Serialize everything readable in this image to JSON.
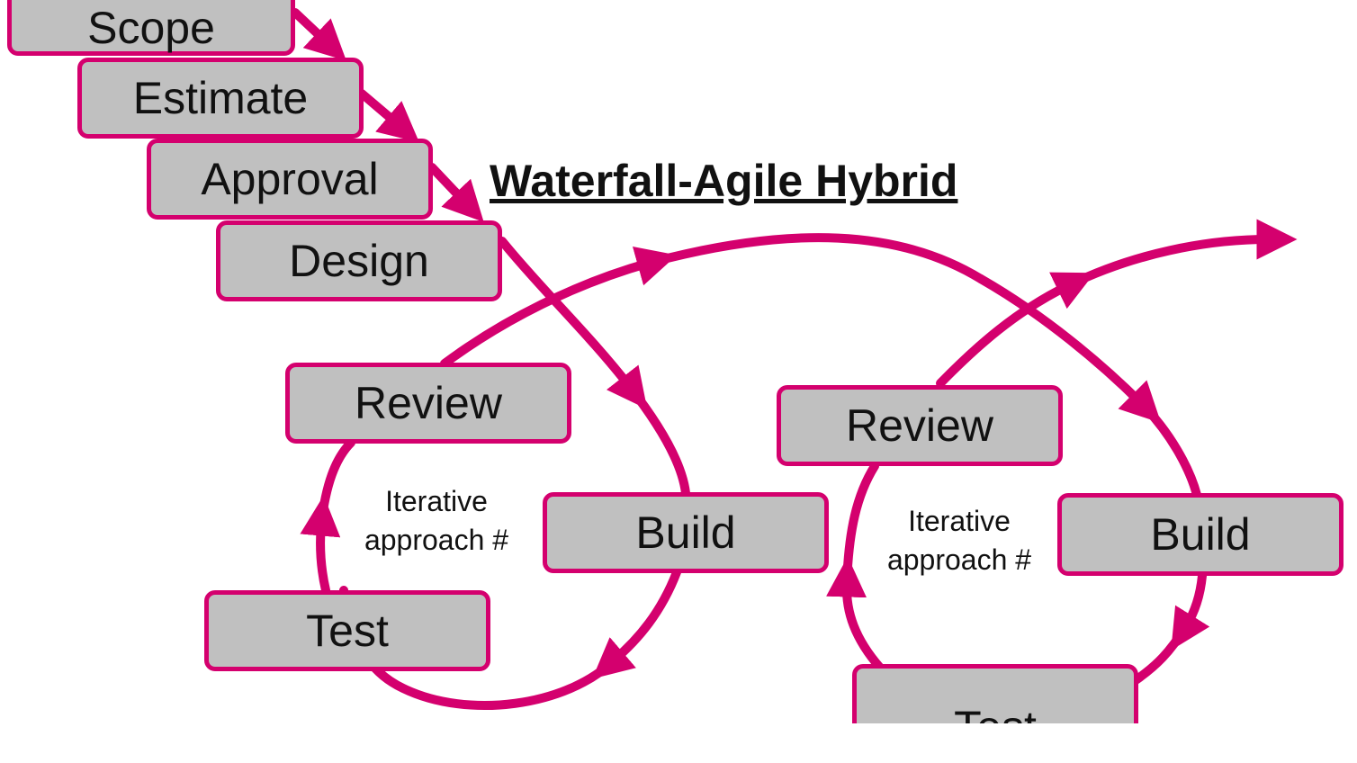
{
  "colors": {
    "accent": "#d4006e",
    "box_fill": "#c0c0c0",
    "text": "#111111"
  },
  "title": "Waterfall-Agile Hybrid",
  "waterfall": {
    "scope": "Scope",
    "estimate": "Estimate",
    "approval": "Approval",
    "design": "Design"
  },
  "cycle1": {
    "review": "Review",
    "build": "Build",
    "test": "Test",
    "label_line1": "Iterative",
    "label_line2": "approach #"
  },
  "cycle2": {
    "review": "Review",
    "build": "Build",
    "test": "Test",
    "label_line1": "Iterative",
    "label_line2": "approach #"
  }
}
